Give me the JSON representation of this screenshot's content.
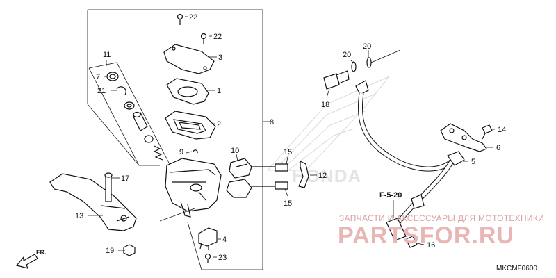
{
  "diagram": {
    "reference_code": "F-5-20",
    "drawing_code": "MKCMF0600",
    "front_arrow_label": "FR.",
    "watermark_line1": "ЗАПЧАСТИ И АКСЕССУАРЫ ДЛЯ МОТОТЕХНИКИ",
    "watermark_line2": "PARTSFOR.RU",
    "background_logo_text": "HONDA"
  },
  "callouts": {
    "c1": "1",
    "c2": "2",
    "c3": "3",
    "c4": "4",
    "c5": "5",
    "c6": "6",
    "c7": "7",
    "c8": "8",
    "c9": "9",
    "c10": "10",
    "c11": "11",
    "c12": "12",
    "c13": "13",
    "c14": "14",
    "c15a": "15",
    "c15b": "15",
    "c16": "16",
    "c17": "17",
    "c18": "18",
    "c19": "19",
    "c20a": "20",
    "c20b": "20",
    "c21": "21",
    "c22a": "22",
    "c22b": "22",
    "c23": "23"
  }
}
